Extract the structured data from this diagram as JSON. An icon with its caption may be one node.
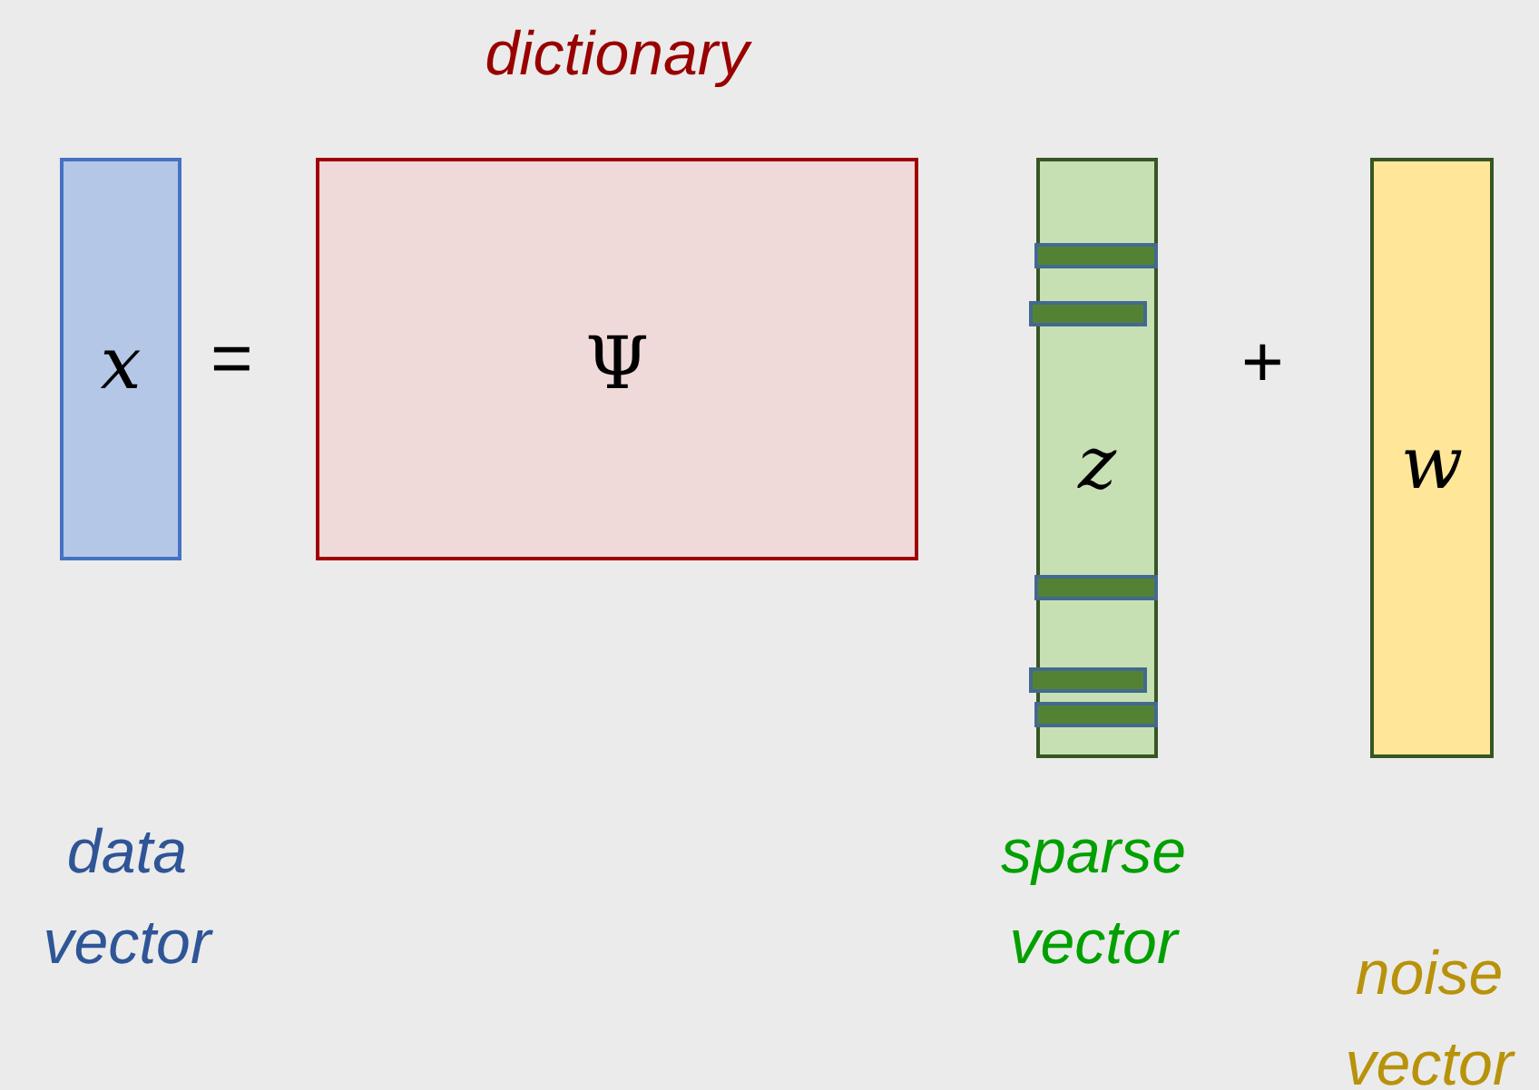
{
  "diagram": {
    "nodes": [
      {
        "text": [
          "x"
        ]
      },
      {
        "text": [
          "dictionary",
          "Ψ"
        ]
      },
      {
        "text": [
          "z"
        ]
      },
      {
        "text": [
          "w"
        ]
      }
    ],
    "labels": [
      "=",
      "+",
      "data vector",
      "sparse vector",
      "noise vector"
    ]
  }
}
